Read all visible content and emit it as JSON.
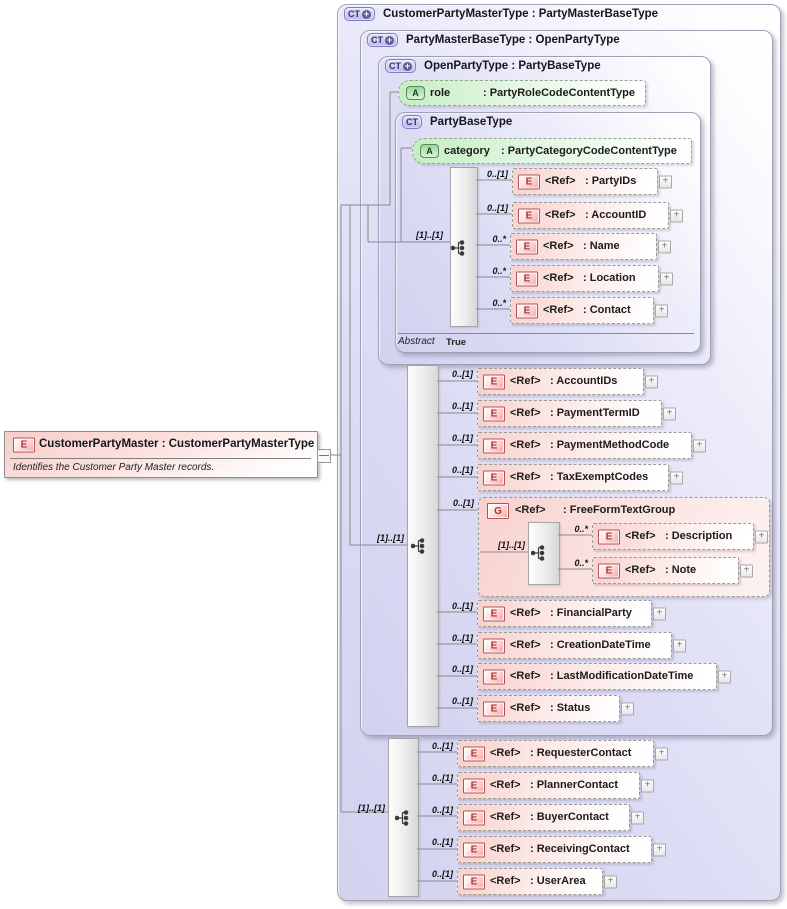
{
  "ui": {
    "expand_glyph": "+",
    "ct_plus_glyph": "+"
  },
  "colors": {
    "container_fill": "#dcdcf5",
    "container_border": "#a0a0b4",
    "element_pink": "#f8d1ce",
    "element_badge_red": "#b23232",
    "attribute_green": "#c5eec3",
    "attribute_badge_green": "#99d899",
    "sequence_bar_gray": "#ececec",
    "wire_gray": "#8a8a8a"
  },
  "root_element": {
    "badge": "E",
    "title": "CustomerPartyMaster : CustomerPartyMasterType",
    "description": "Identifies the Customer Party Master records."
  },
  "containers": {
    "outer": {
      "badge": "CT",
      "title": "CustomerPartyMasterType : PartyMasterBaseType"
    },
    "middle": {
      "badge": "CT",
      "title": "PartyMasterBaseType : OpenPartyType"
    },
    "inner": {
      "badge": "CT",
      "title": "OpenPartyType : PartyBaseType"
    },
    "base": {
      "badge": "CT",
      "title": "PartyBaseType"
    }
  },
  "attributes": {
    "role": {
      "badge": "A",
      "name": "role",
      "type": ": PartyRoleCodeContentType"
    },
    "category": {
      "badge": "A",
      "name": "category",
      "type": ": PartyCategoryCodeContentType"
    }
  },
  "abstract": {
    "label": "Abstract",
    "value": "True"
  },
  "seq_base": {
    "cardinality": "[1]..[1]",
    "rows": [
      {
        "card": "0..[1]",
        "badge": "E",
        "ref": "<Ref>",
        "name": ": PartyIDs"
      },
      {
        "card": "0..[1]",
        "badge": "E",
        "ref": "<Ref>",
        "name": ": AccountID"
      },
      {
        "card": "0..*",
        "badge": "E",
        "ref": "<Ref>",
        "name": ": Name"
      },
      {
        "card": "0..*",
        "badge": "E",
        "ref": "<Ref>",
        "name": ": Location"
      },
      {
        "card": "0..*",
        "badge": "E",
        "ref": "<Ref>",
        "name": ": Contact"
      }
    ]
  },
  "seq_master": {
    "cardinality": "[1]..[1]",
    "rows": [
      {
        "card": "0..[1]",
        "badge": "E",
        "ref": "<Ref>",
        "name": ": AccountIDs"
      },
      {
        "card": "0..[1]",
        "badge": "E",
        "ref": "<Ref>",
        "name": ": PaymentTermID"
      },
      {
        "card": "0..[1]",
        "badge": "E",
        "ref": "<Ref>",
        "name": ": PaymentMethodCode"
      },
      {
        "card": "0..[1]",
        "badge": "E",
        "ref": "<Ref>",
        "name": ": TaxExemptCodes"
      },
      {
        "card": "0..[1]",
        "badge": "E",
        "ref": "<Ref>",
        "name": ": FinancialParty"
      },
      {
        "card": "0..[1]",
        "badge": "E",
        "ref": "<Ref>",
        "name": ": CreationDateTime"
      },
      {
        "card": "0..[1]",
        "badge": "E",
        "ref": "<Ref>",
        "name": ": LastModificationDateTime"
      },
      {
        "card": "0..[1]",
        "badge": "E",
        "ref": "<Ref>",
        "name": ": Status"
      }
    ]
  },
  "group_freeform": {
    "card": "0..[1]",
    "badge": "G",
    "ref": "<Ref>",
    "name": ": FreeFormTextGroup",
    "seq": {
      "cardinality": "[1]..[1]",
      "rows": [
        {
          "card": "0..*",
          "badge": "E",
          "ref": "<Ref>",
          "name": ": Description"
        },
        {
          "card": "0..*",
          "badge": "E",
          "ref": "<Ref>",
          "name": ": Note"
        }
      ]
    }
  },
  "seq_customer": {
    "cardinality": "[1]..[1]",
    "rows": [
      {
        "card": "0..[1]",
        "badge": "E",
        "ref": "<Ref>",
        "name": ": RequesterContact"
      },
      {
        "card": "0..[1]",
        "badge": "E",
        "ref": "<Ref>",
        "name": ": PlannerContact"
      },
      {
        "card": "0..[1]",
        "badge": "E",
        "ref": "<Ref>",
        "name": ": BuyerContact"
      },
      {
        "card": "0..[1]",
        "badge": "E",
        "ref": "<Ref>",
        "name": ": ReceivingContact"
      },
      {
        "card": "0..[1]",
        "badge": "E",
        "ref": "<Ref>",
        "name": ": UserArea"
      }
    ]
  }
}
